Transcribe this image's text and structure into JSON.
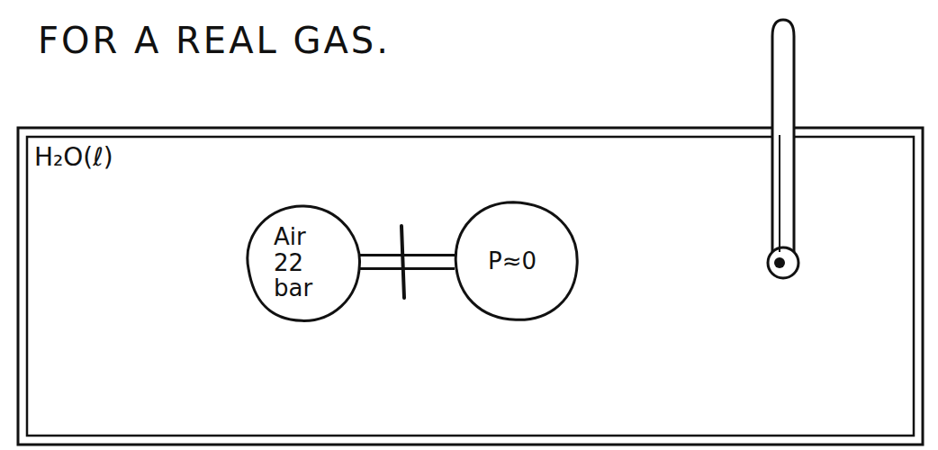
{
  "diagram": {
    "title": "FOR A REAL GAS.",
    "nodes": [
      {
        "text": [
          "H₂O(ℓ)"
        ]
      },
      {
        "text": [
          "Air 22 bar"
        ],
        "in": 0
      },
      {
        "text": [
          "P≈0"
        ],
        "in": 0
      }
    ],
    "edges": [
      {
        "from": 1,
        "to": 2,
        "arrow": "none"
      }
    ]
  }
}
